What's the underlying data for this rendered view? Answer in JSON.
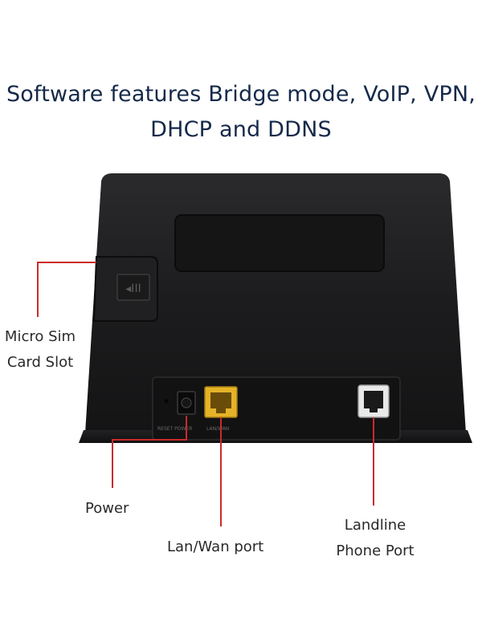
{
  "headline": {
    "line1": "Software features Bridge mode, VoIP, VPN,",
    "line2": "DHCP and DDNS"
  },
  "callouts": {
    "sim": {
      "line1": "Micro Sim",
      "line2": "Card Slot"
    },
    "power": "Power",
    "lan": "Lan/Wan port",
    "landline": {
      "line1": "Landline",
      "line2": "Phone Port"
    }
  },
  "port_labels": {
    "reset_power": "RESET  POWER",
    "lan_wan": "LAN/WAN"
  },
  "colors": {
    "headline": "#15294a",
    "callout_line": "#cc2a2a",
    "device_body": "#1b1b1d",
    "lan_port": "#e5b328"
  }
}
